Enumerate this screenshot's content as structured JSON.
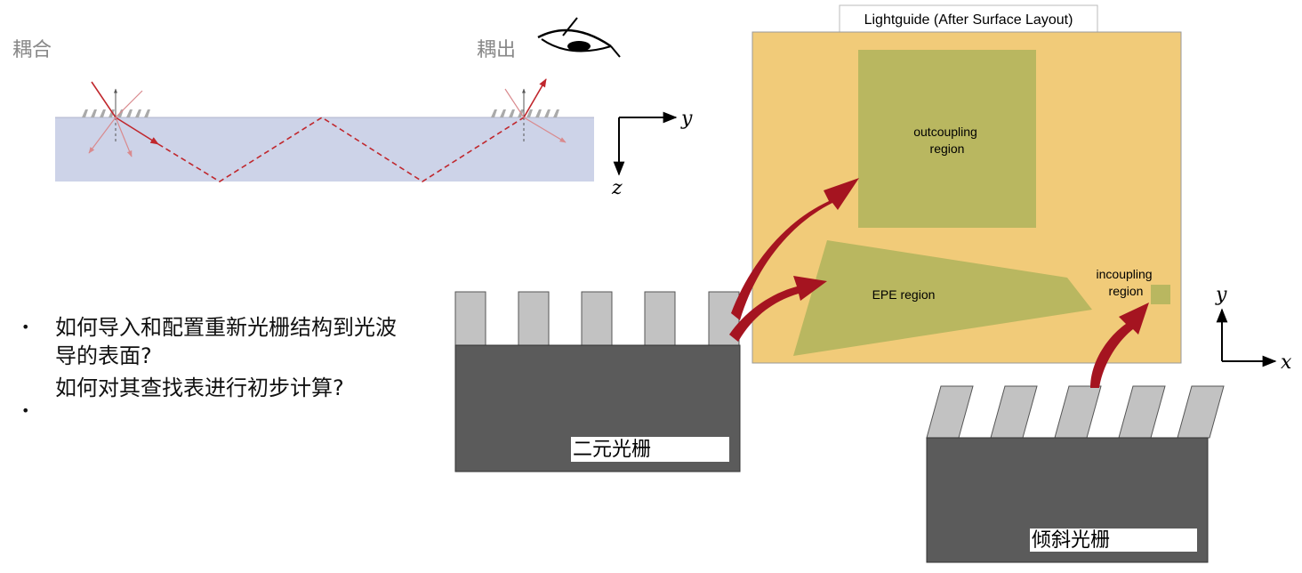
{
  "coupling": {
    "in_label": "耦合",
    "out_label": "耦出",
    "axis_y": "y",
    "axis_z": "z"
  },
  "lightguide": {
    "title": "Lightguide (After Surface Layout)",
    "outcoupling_region": "outcoupling\nregion",
    "epe_region": "EPE region",
    "incoupling_region": "incoupling\nregion",
    "axis_x": "x",
    "axis_y": "y"
  },
  "gratings": {
    "binary_label": "二元光栅",
    "slanted_label": "倾斜光栅"
  },
  "bullets": [
    "如何导入和配置重新光栅结构到光波导的表面?",
    "如何对其查找表进行初步计算?"
  ],
  "colors": {
    "waveguide_fill": "#cdd3e8",
    "ray": "#c0272d",
    "ray_faint": "#d98a8e",
    "lightguide_fill": "#f1cb79",
    "region_fill": "#b9b760",
    "grating_base": "#5b5b5b",
    "grating_teeth": "#c2c2c2",
    "arrow": "#a51420"
  },
  "icons": [
    "eye-icon"
  ]
}
